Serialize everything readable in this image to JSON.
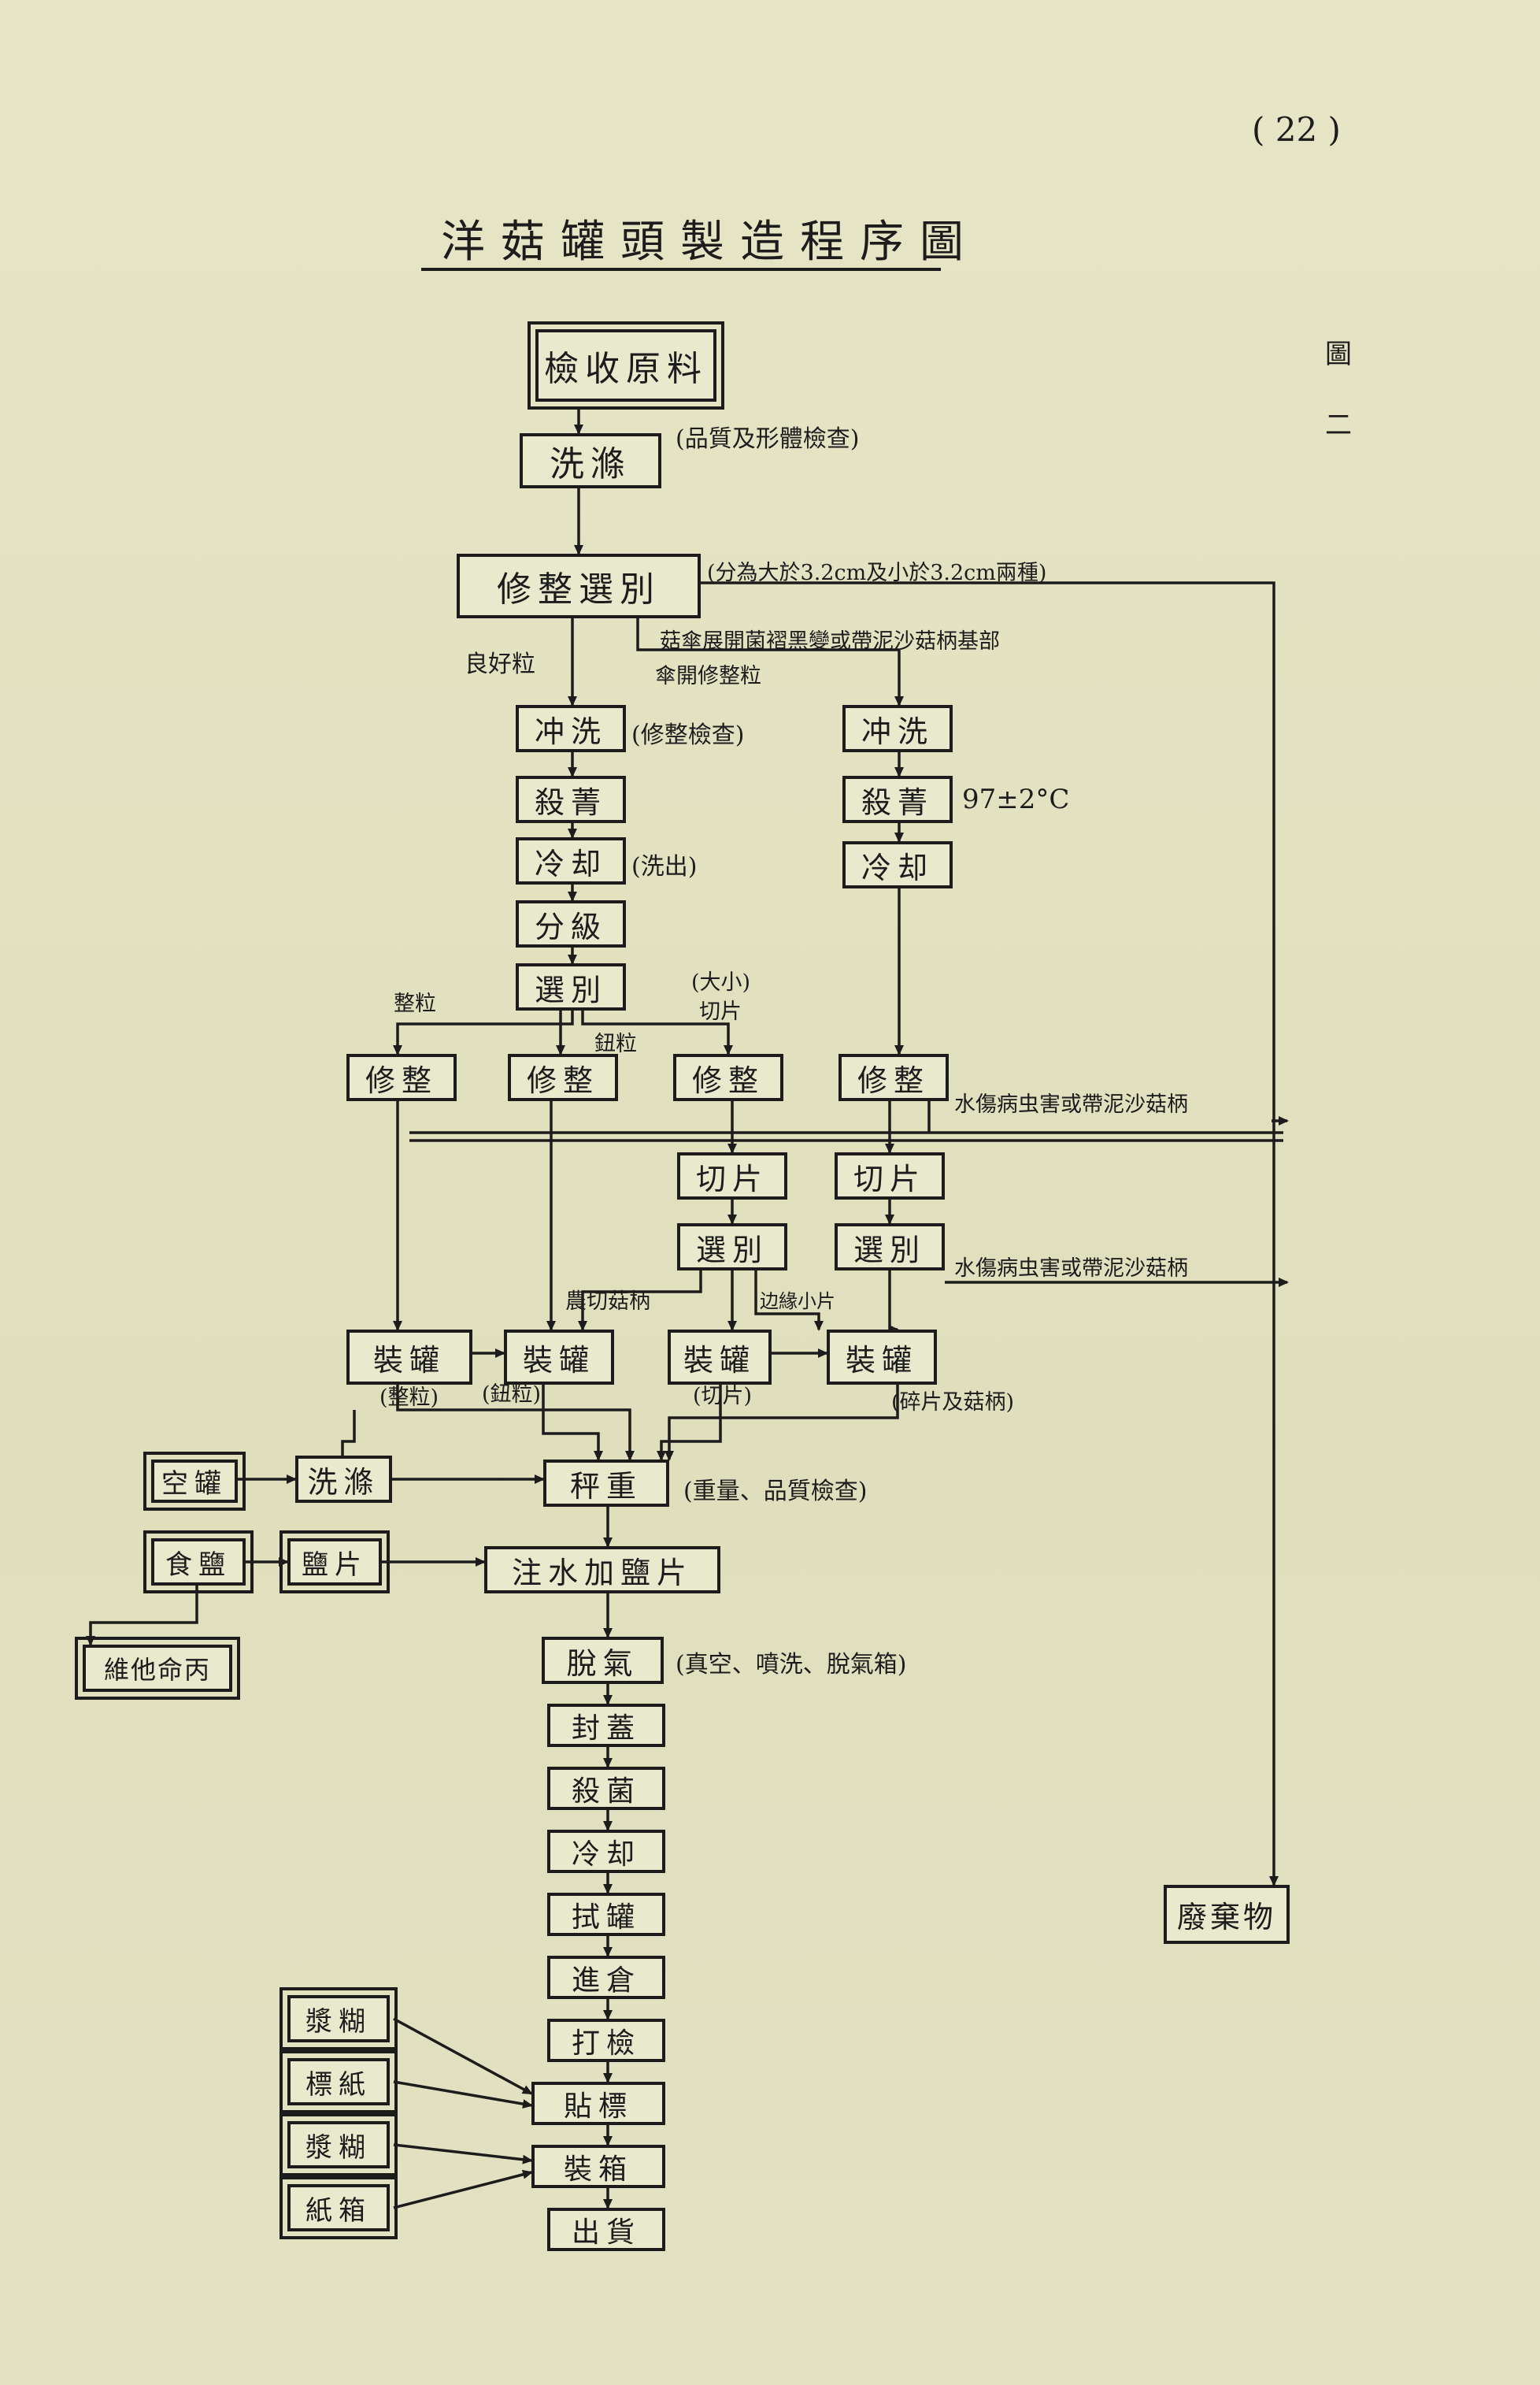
{
  "page_number": "( 22 )",
  "title": "洋菇罐頭製造程序圖",
  "figure_label": {
    "line1": "圖",
    "line2": "二"
  },
  "boxes": {
    "receive": "檢收原料",
    "wash1": "洗滌",
    "trim_select": "修整選別",
    "rinse_good": "冲洗",
    "blanch_good": "殺菁",
    "cool_good": "冷却",
    "grade": "分級",
    "select_good": "選別",
    "trim_whole": "修整",
    "trim_button": "修整",
    "trim_slice": "修整",
    "rinse_other": "冲洗",
    "blanch_other": "殺菁",
    "cool_other": "冷却",
    "trim_other": "修整",
    "cut_slice1": "切片",
    "select_slice1": "選別",
    "cut_slice2": "切片",
    "select_slice2": "選別",
    "fill_whole": "裝罐",
    "fill_button": "裝罐",
    "fill_slice": "裝罐",
    "fill_pieces": "裝罐",
    "empty_can": "空罐",
    "wash_can": "洗滌",
    "weigh": "秤重",
    "salt": "食鹽",
    "salt_tablet": "鹽片",
    "brine": "注水加鹽片",
    "vitamin": "維他命丙",
    "exhaust": "脫氣",
    "seal": "封蓋",
    "sterilize": "殺菌",
    "cool_can": "冷却",
    "wipe_can": "拭罐",
    "warehouse": "進倉",
    "inspect": "打檢",
    "label_apply": "貼標",
    "paste1": "漿糊",
    "label_paper": "標紙",
    "paste2": "漿糊",
    "carton": "紙箱",
    "case_pack": "裝箱",
    "ship": "出貨",
    "waste": "廢棄物"
  },
  "labels": {
    "quality_check": "(品質及形體檢查)",
    "size_split": "(分為大於3.2cm及小於3.2cm兩種)",
    "good_grain": "良好粒",
    "defect": "菇傘展開菌褶黑變或帶泥沙菇柄基部",
    "opened_trim": "傘開修整粒",
    "trim_check": "(修整檢查)",
    "blanch_temp": "97±2°C",
    "wash_out": "(洗出)",
    "size_note": "(大小)",
    "sliced": "切片",
    "whole": "整粒",
    "button": "鈕粒",
    "defect_side1": "水傷病虫害或帶泥沙菇柄",
    "defect_side2": "水傷病虫害或帶泥沙菇柄",
    "stem_cut": "農切菇柄",
    "edge_slice": "边緣小片",
    "fill_whole_note": "(整粒)",
    "fill_button_note": "(鈕粒)",
    "fill_slice_note": "(切片)",
    "fill_pieces_note": "(碎片及菇柄)",
    "weigh_check": "(重量、品質檢查)",
    "exhaust_note": "(真空、噴洗、脫氣箱)"
  }
}
